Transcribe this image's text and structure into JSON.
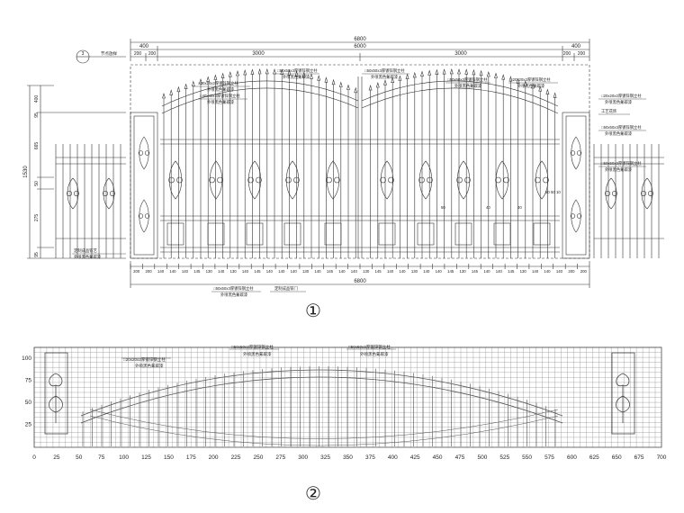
{
  "elevation": {
    "dim_total_top": "6800",
    "dim_gate_width": "6000",
    "dim_side_top": "400",
    "dim_col": "200",
    "dim_leaf": "3000",
    "dim_total_bottom": "6800",
    "height_total": "1530",
    "heights": [
      "95",
      "275",
      "50",
      "665",
      "95",
      "400"
    ],
    "bottom_ticks": [
      "200",
      "200",
      "140",
      "140",
      "140",
      "145",
      "130",
      "140",
      "130",
      "140",
      "145",
      "140",
      "140",
      "140",
      "130",
      "140",
      "145",
      "140",
      "140",
      "130",
      "145",
      "140",
      "140",
      "130",
      "140",
      "140",
      "145",
      "130",
      "145",
      "140",
      "140",
      "145",
      "130",
      "140",
      "140",
      "140",
      "200",
      "200"
    ],
    "section_ref": "①",
    "section_ref_tag": "3",
    "notes": {
      "top_ref": "节点放样",
      "n1": "□20x20x2厚镀锌钢立柱",
      "n1b": "外喷黑色氟碳漆",
      "n2": "□40x40x3厚镀锌钢立柱",
      "n2b": "外喷黑色氟碳漆",
      "n3": "□50x50x3厚镀锌钢立柱",
      "n3b": "外喷黑色氟碳漆",
      "n4": "□50x50x3厚镀锌钢立柱",
      "n4b": "外喷黑色氟碳漆",
      "n5": "□50x50x3厚镀锌钢立柱",
      "n5b": "外喷黑色氟碳漆",
      "n6": "□20x20x2厚镀锌钢立柱",
      "n6b": "外喷黑色氟碳漆",
      "r1": "□20x20x2厚镀锌钢立柱",
      "r1b": "外喷黑色氟碳漆",
      "r2": "工艺花饰",
      "r3": "□50x50x3厚镀锌钢立柱",
      "r3b": "外喷黑色氟碳漆",
      "r4": "□50x50x3厚镀锌钢立柱",
      "r4b": "外喷黑色氟碳漆",
      "bl1": "定制成品铁艺",
      "bl1b": "外喷黑色氟碳漆",
      "bb1": "□50x50x3厚镀锌钢立柱",
      "bb1b": "外喷黑色氟碳漆",
      "bb2": "定制成品铁门",
      "mid_dims": [
        "50",
        "40",
        "40",
        "50",
        "50",
        "10"
      ]
    }
  },
  "grid": {
    "x_ticks": [
      "0",
      "25",
      "50",
      "75",
      "100",
      "125",
      "150",
      "175",
      "200",
      "225",
      "250",
      "275",
      "300",
      "325",
      "350",
      "375",
      "400",
      "425",
      "450",
      "475",
      "500",
      "525",
      "550",
      "575",
      "600",
      "625",
      "650",
      "675",
      "700"
    ],
    "y_ticks": [
      "100",
      "75",
      "50",
      "25"
    ],
    "n1": "□20x20x2厚镀锌钢立柱",
    "n1b": "外喷黑色氟碳漆",
    "n2": "□50x50x3厚镀锌钢立柱",
    "n2b": "外喷黑色氟碳漆",
    "n3": "□50x50x3厚镀锌钢立柱",
    "n3b": "外喷黑色氟碳漆",
    "section_ref": "②"
  }
}
